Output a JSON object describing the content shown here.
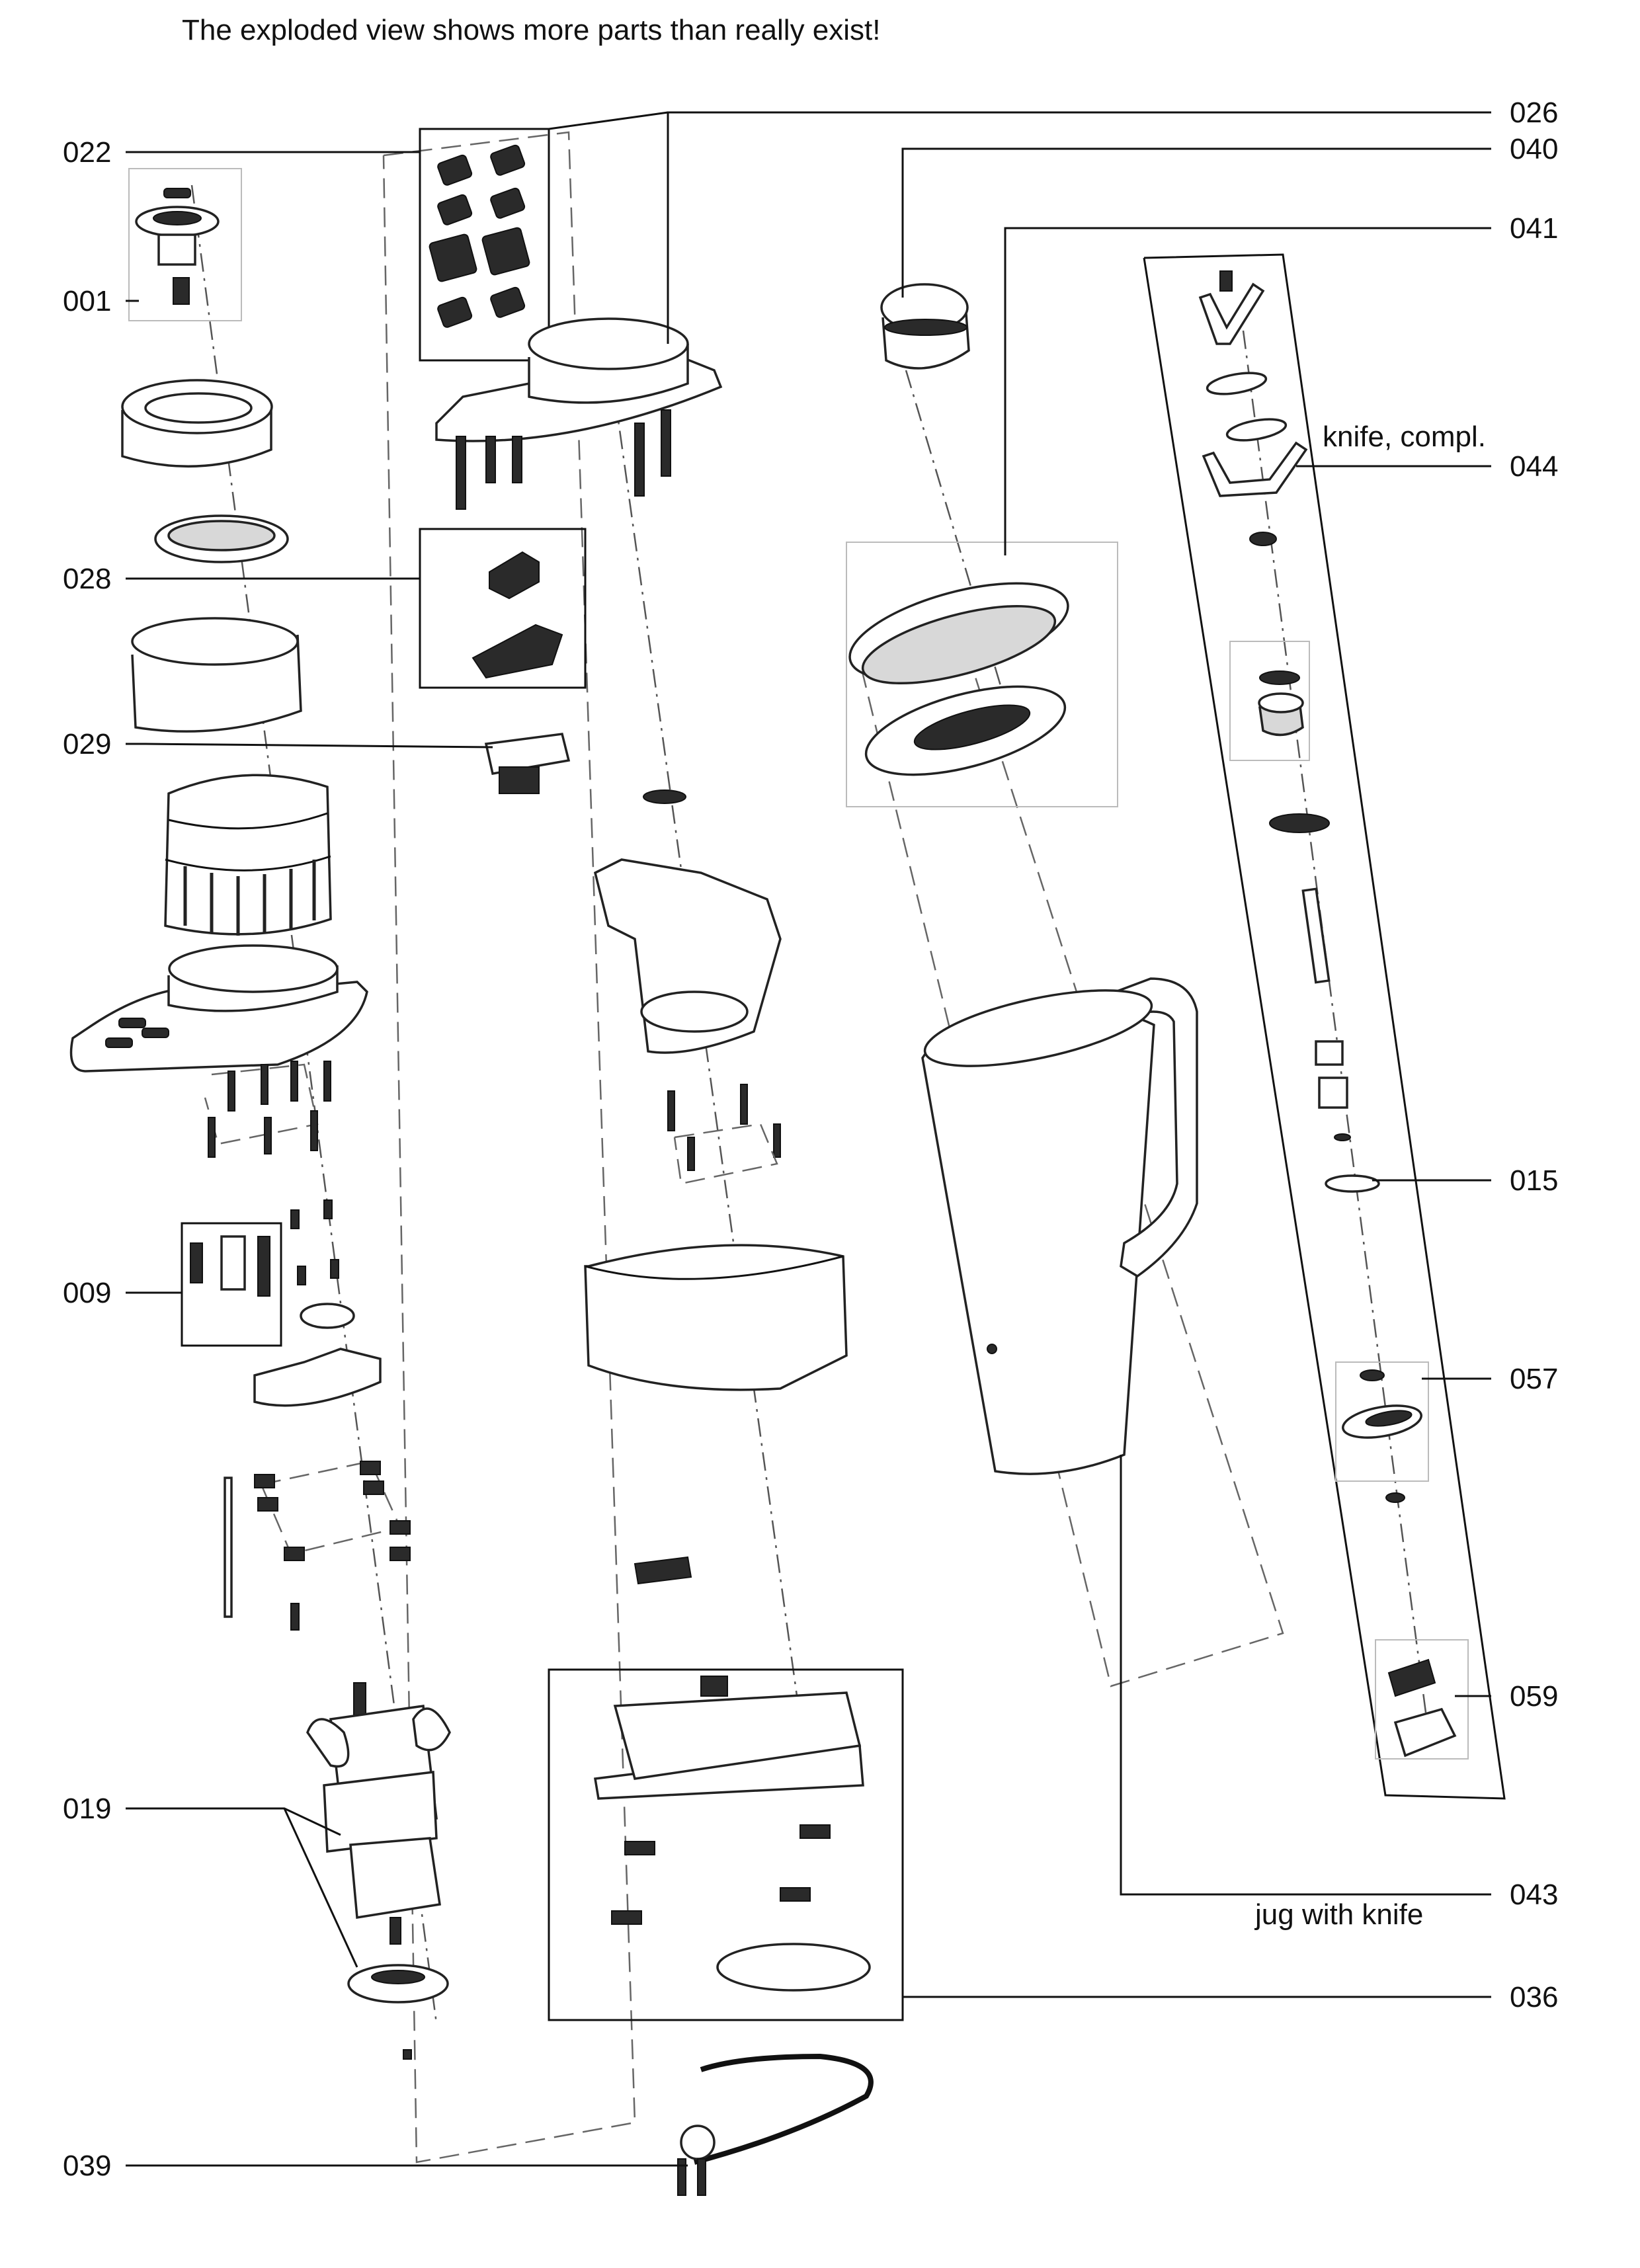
{
  "header_note": "The exploded view shows more parts than really exist!",
  "callouts": {
    "c022": "022",
    "c001": "001",
    "c028": "028",
    "c029": "029",
    "c009": "009",
    "c019": "019",
    "c039": "039",
    "c026": "026",
    "c040": "040",
    "c041": "041",
    "c044": "044",
    "c015": "015",
    "c057": "057",
    "c059": "059",
    "c043": "043",
    "c036": "036"
  },
  "annotations": {
    "knife": "knife, compl.",
    "jug": "jug with knife"
  }
}
